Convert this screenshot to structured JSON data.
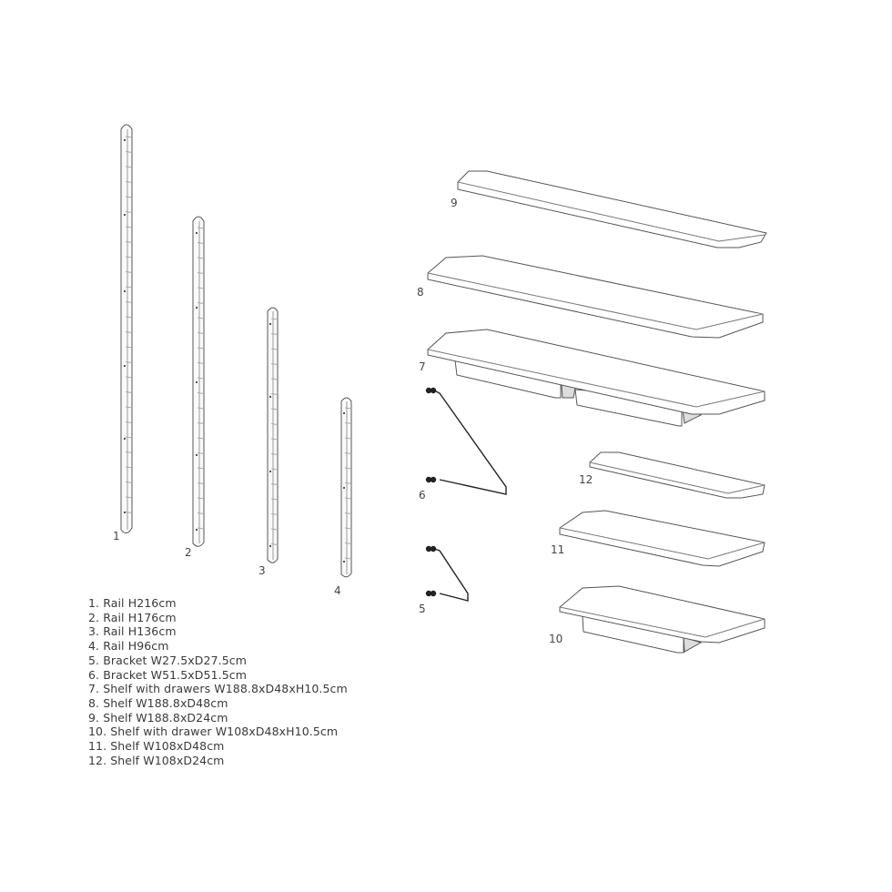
{
  "parts": [
    {
      "num": "1",
      "label": "1.  Rail  H216cm"
    },
    {
      "num": "2",
      "label": "2. Rail  H176cm"
    },
    {
      "num": "3",
      "label": "3. Rail  H136cm"
    },
    {
      "num": "4",
      "label": "4. Rail  H96cm"
    },
    {
      "num": "5",
      "label": "5. Bracket W27.5xD27.5cm"
    },
    {
      "num": "6",
      "label": "6. Bracket W51.5xD51.5cm"
    },
    {
      "num": "7",
      "label": "7. Shelf with drawers W188.8xD48xH10.5cm"
    },
    {
      "num": "8",
      "label": "8. Shelf W188.8xD48cm"
    },
    {
      "num": "9",
      "label": "9. Shelf W188.8xD24cm"
    },
    {
      "num": "10",
      "label": "10. Shelf with drawer W108xD48xH10.5cm"
    },
    {
      "num": "11",
      "label": "11. Shelf W108xD48cm"
    },
    {
      "num": "12",
      "label": "12. Shelf W108xD24cm"
    }
  ]
}
